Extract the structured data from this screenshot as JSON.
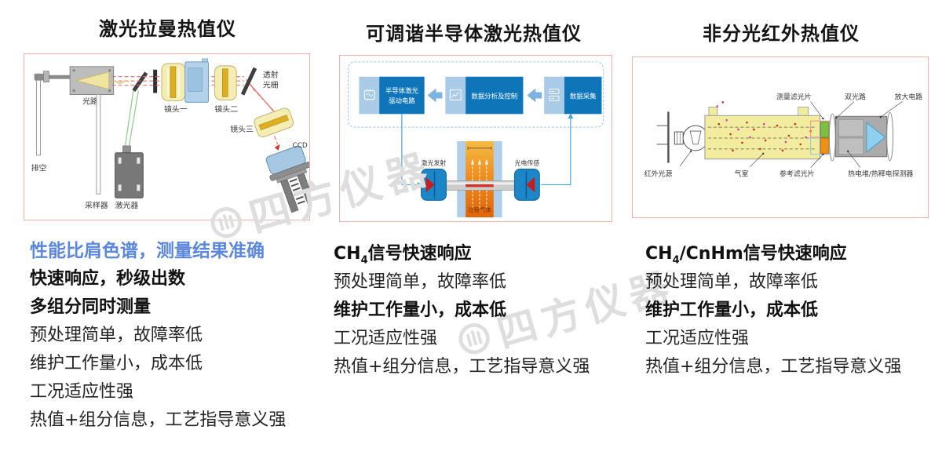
{
  "colors": {
    "accent_blue": "#5B87DE",
    "diagram_border": "#F2AFA4",
    "flow_block_dark": "#0E76B8",
    "flow_block_light": "#A9CBE8",
    "watermark_gray": "#DEDEDE"
  },
  "watermark": {
    "text": "四方仪器"
  },
  "columns": [
    {
      "title": "激光拉曼热值仪",
      "diagram_labels": {
        "vent": "排空",
        "light_path": "光路",
        "sampler": "采样器",
        "laser": "激光器",
        "lens1": "镜头一",
        "lens2": "镜头二",
        "lens3": "镜头三",
        "grating_line1": "透射",
        "grating_line2": "光栅",
        "ccd": "CCD"
      },
      "features": [
        {
          "text": "性能比肩色谱，测量结果准确"
        },
        {
          "text": "快速响应，秒级出数"
        },
        {
          "text": "多组分同时测量"
        },
        {
          "text": "预处理简单，故障率低"
        },
        {
          "text": "维护工作量小，成本低"
        },
        {
          "text": "工况适应性强"
        },
        {
          "text": "热值+组分信息，工艺指导意义强"
        }
      ]
    },
    {
      "title": "可调谐半导体激光热值仪",
      "diagram_labels": {
        "block1_line1": "半导体激光",
        "block1_line2": "驱动电路",
        "block2": "数据分析及控制",
        "block3": "数据采集",
        "laser_emit": "激光发射",
        "photo_sensor": "光电传感",
        "process_gas": "过程气体"
      },
      "headline": {
        "prefix": "CH",
        "sub": "4",
        "suffix": "信号快速响应"
      },
      "features": [
        {
          "text": "预处理简单，故障率低"
        },
        {
          "text": "维护工作量小，成本低"
        },
        {
          "text": "工况适应性强"
        },
        {
          "text": "热值+组分信息，工艺指导意义强"
        }
      ]
    },
    {
      "title": "非分光红外热值仪",
      "diagram_labels": {
        "ir_source": "红外光源",
        "gas_cell": "气室",
        "measure_filter": "测量滤光片",
        "dual_path": "双光路",
        "amplifier": "放大电路",
        "reference_filter": "参考滤光片",
        "detector": "热电堆/热释电探测器"
      },
      "headline": {
        "prefix": "CH",
        "sub": "4",
        "suffix": "/CnHm信号快速响应"
      },
      "features": [
        {
          "text": "预处理简单，故障率低"
        },
        {
          "text": "维护工作量小，成本低"
        },
        {
          "text": "工况适应性强"
        },
        {
          "text": "热值+组分信息，工艺指导意义强"
        }
      ]
    }
  ]
}
